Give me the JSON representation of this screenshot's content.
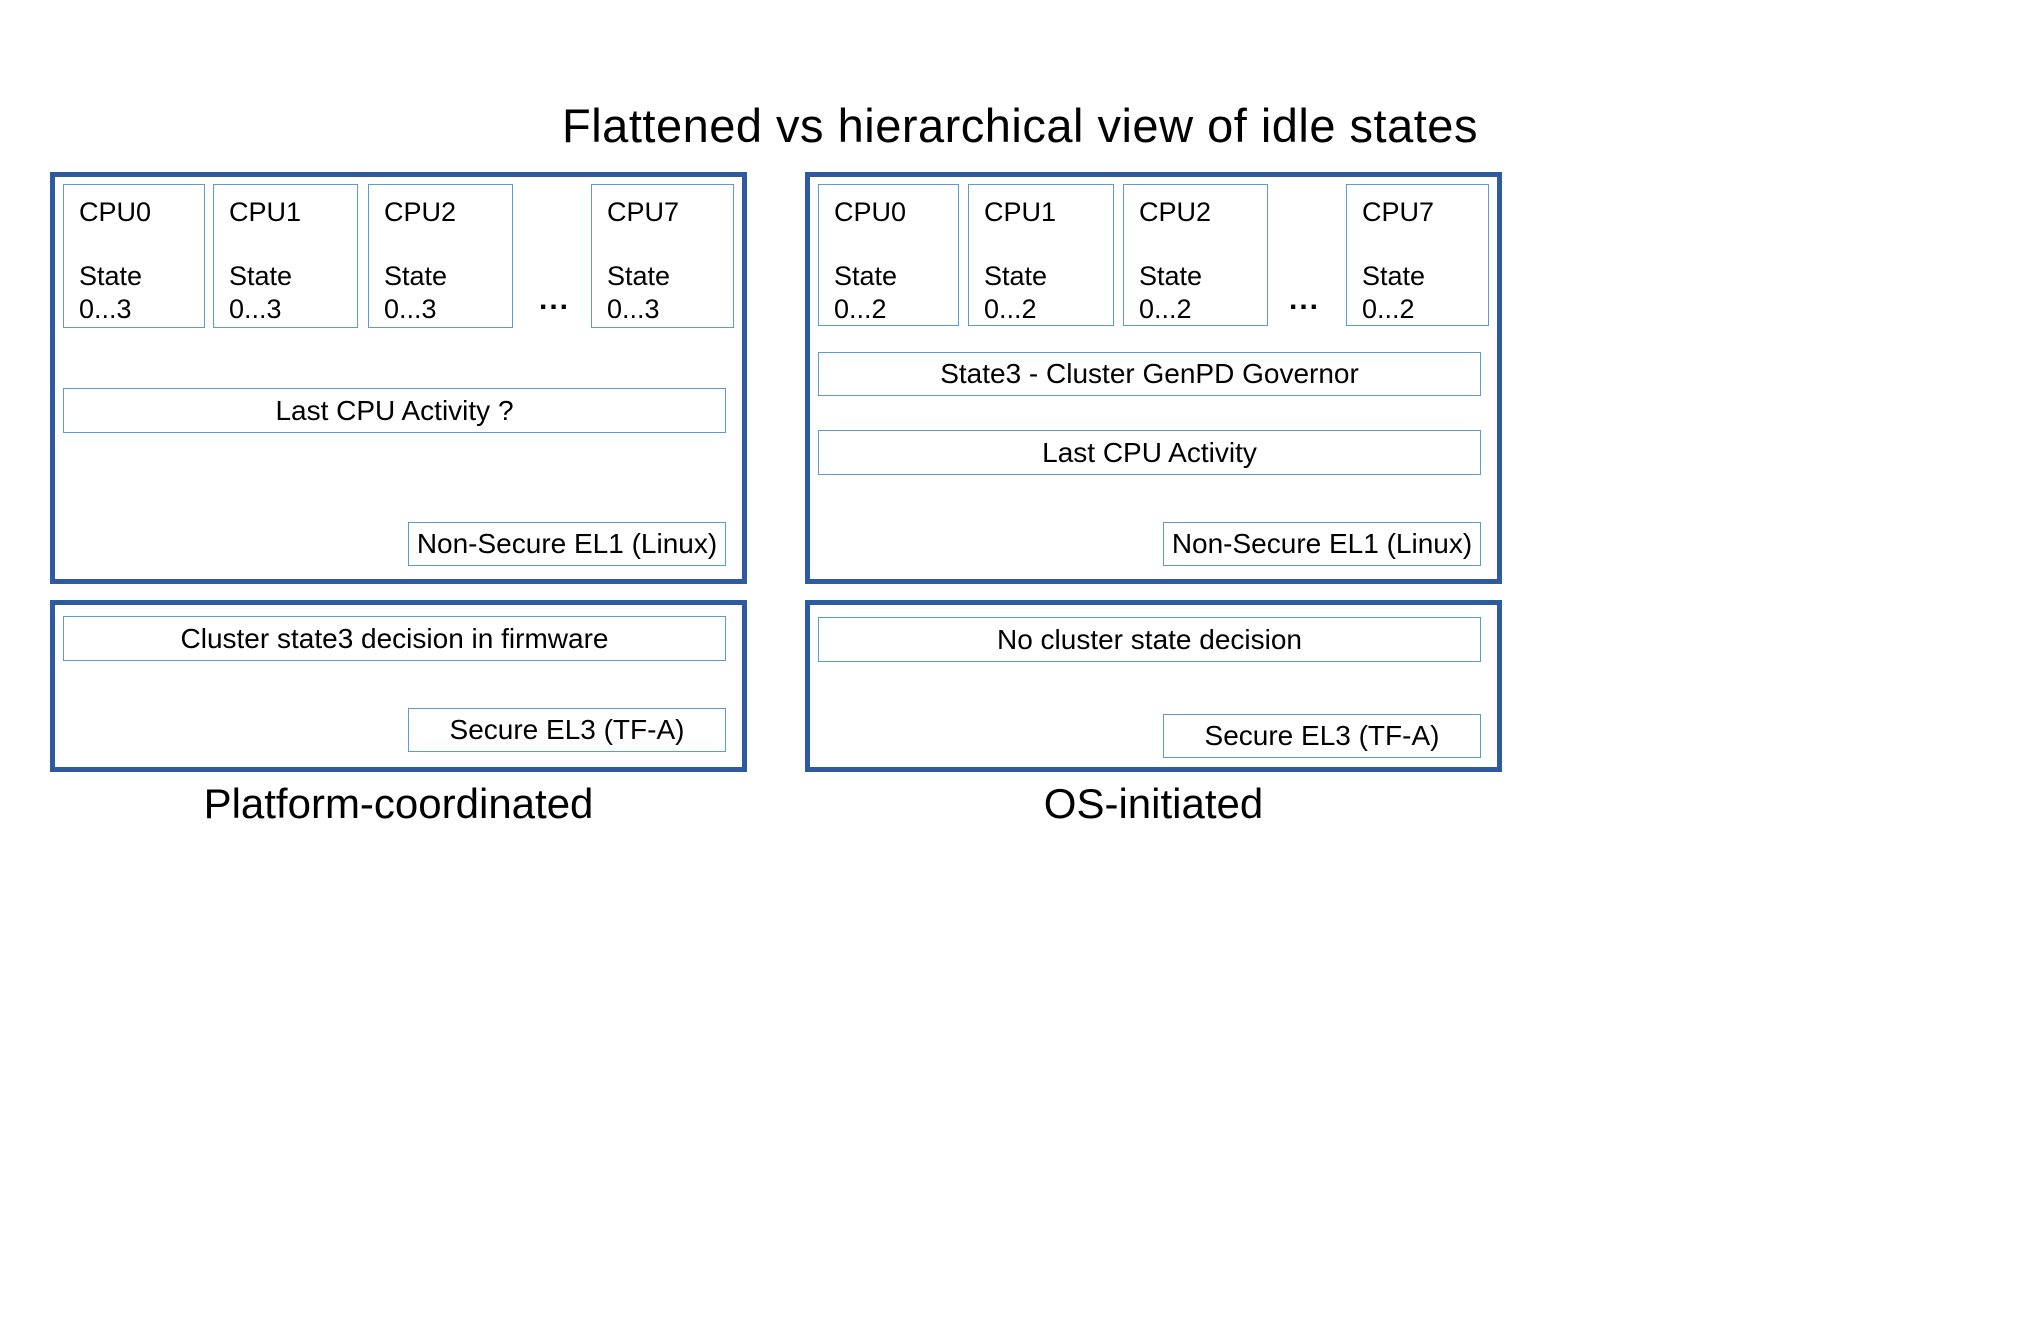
{
  "title": "Flattened vs hierarchical view of idle states",
  "ellipsis": "...",
  "colors": {
    "outer_border": "#2d5aa0",
    "inner_border": "#5b9bd5",
    "text": "#000000",
    "background": "#ffffff"
  },
  "left": {
    "label": "Platform-coordinated",
    "cpus": [
      {
        "name": "CPU0",
        "state_label": "State",
        "state_range": "0...3"
      },
      {
        "name": "CPU1",
        "state_label": "State",
        "state_range": "0...3"
      },
      {
        "name": "CPU2",
        "state_label": "State",
        "state_range": "0...3"
      },
      {
        "name": "CPU7",
        "state_label": "State",
        "state_range": "0...3"
      }
    ],
    "activity": "Last CPU Activity ?",
    "ns_el1": "Non-Secure EL1 (Linux)",
    "firmware_decision": "Cluster state3 decision in firmware",
    "secure_el3": "Secure EL3 (TF-A)"
  },
  "right": {
    "label": "OS-initiated",
    "cpus": [
      {
        "name": "CPU0",
        "state_label": "State",
        "state_range": "0...2"
      },
      {
        "name": "CPU1",
        "state_label": "State",
        "state_range": "0...2"
      },
      {
        "name": "CPU2",
        "state_label": "State",
        "state_range": "0...2"
      },
      {
        "name": "CPU7",
        "state_label": "State",
        "state_range": "0...2"
      }
    ],
    "genpd_governor": "State3 - Cluster GenPD Governor",
    "activity": "Last CPU Activity",
    "ns_el1": "Non-Secure EL1 (Linux)",
    "cluster_decision": "No cluster state decision",
    "secure_el3": "Secure EL3 (TF-A)"
  }
}
